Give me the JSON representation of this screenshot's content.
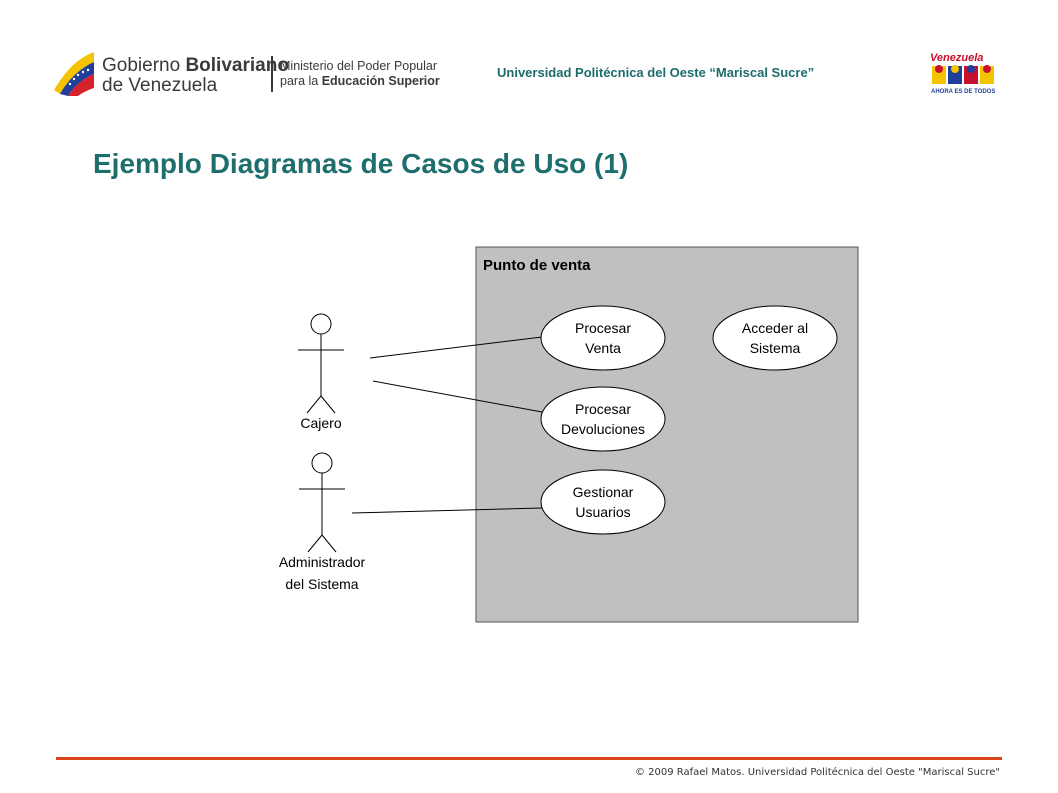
{
  "header": {
    "gov_line1_light": "Gobierno ",
    "gov_line1_bold": "Bolivariano",
    "gov_line2": "de Venezuela",
    "ministry_line1": "Ministerio del Poder Popular",
    "ministry_line2_light": "para la ",
    "ministry_line2_bold": "Educación Superior",
    "university": "Universidad Politécnica del Oeste “Mariscal Sucre”",
    "right_logo_word": "Venezuela",
    "right_logo_tagline": "AHORA ES DE TODOS"
  },
  "slide_title": "Ejemplo Diagramas de Casos de Uso (1)",
  "diagram": {
    "system": {
      "label": "Punto de venta"
    },
    "actors": [
      {
        "id": "cajero",
        "label_lines": [
          "Cajero"
        ]
      },
      {
        "id": "admin",
        "label_lines": [
          "Administrador",
          "del Sistema"
        ]
      }
    ],
    "use_cases": [
      {
        "id": "uc-procesar-venta",
        "lines": [
          "Procesar",
          "Venta"
        ]
      },
      {
        "id": "uc-procesar-devoluciones",
        "lines": [
          "Procesar",
          "Devoluciones"
        ]
      },
      {
        "id": "uc-gestionar-usuarios",
        "lines": [
          "Gestionar",
          "Usuarios"
        ]
      },
      {
        "id": "uc-acceder-sistema",
        "lines": [
          "Acceder al",
          "Sistema"
        ]
      }
    ],
    "associations": [
      {
        "from": "cajero",
        "to": "uc-procesar-venta"
      },
      {
        "from": "cajero",
        "to": "uc-procesar-devoluciones"
      },
      {
        "from": "admin",
        "to": "uc-gestionar-usuarios"
      }
    ]
  },
  "footer": {
    "text": "© 2009 Rafael Matos. Universidad Politécnica del Oeste \"Mariscal Sucre\""
  },
  "colors": {
    "accent_teal": "#1e6e6e",
    "footer_line": "#d9451c",
    "system_fill": "#c0c0c0"
  }
}
